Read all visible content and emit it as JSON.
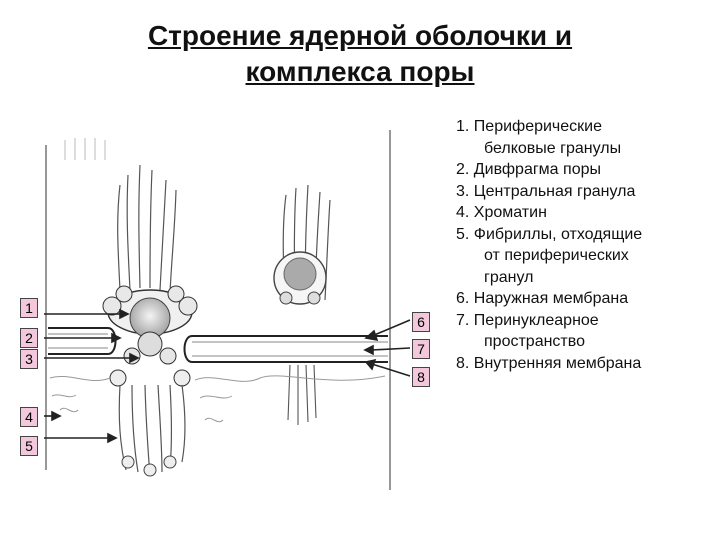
{
  "title": {
    "line1": "Строение ядерной оболочки и",
    "line2": "комплекса поры"
  },
  "markers": {
    "m1": "1",
    "m2": "2",
    "m3": "3",
    "m4": "4",
    "m5": "5",
    "m6": "6",
    "m7": "7",
    "m8": "8"
  },
  "legend": [
    {
      "first": "1. Периферические",
      "rest": [
        "белковые гранулы"
      ]
    },
    {
      "first": "2. Дивфрагма поры",
      "rest": []
    },
    {
      "first": "3. Центральная гранула",
      "rest": []
    },
    {
      "first": "4. Хроматин",
      "rest": []
    },
    {
      "first": "5. Фибриллы, отходящие",
      "rest": [
        "от периферических",
        "гранул"
      ]
    },
    {
      "first": "6. Наружная мембрана",
      "rest": []
    },
    {
      "first": "7. Перинуклеарное",
      "rest": [
        "пространство"
      ]
    },
    {
      "first": "8. Внутренняя мембрана",
      "rest": []
    }
  ]
}
